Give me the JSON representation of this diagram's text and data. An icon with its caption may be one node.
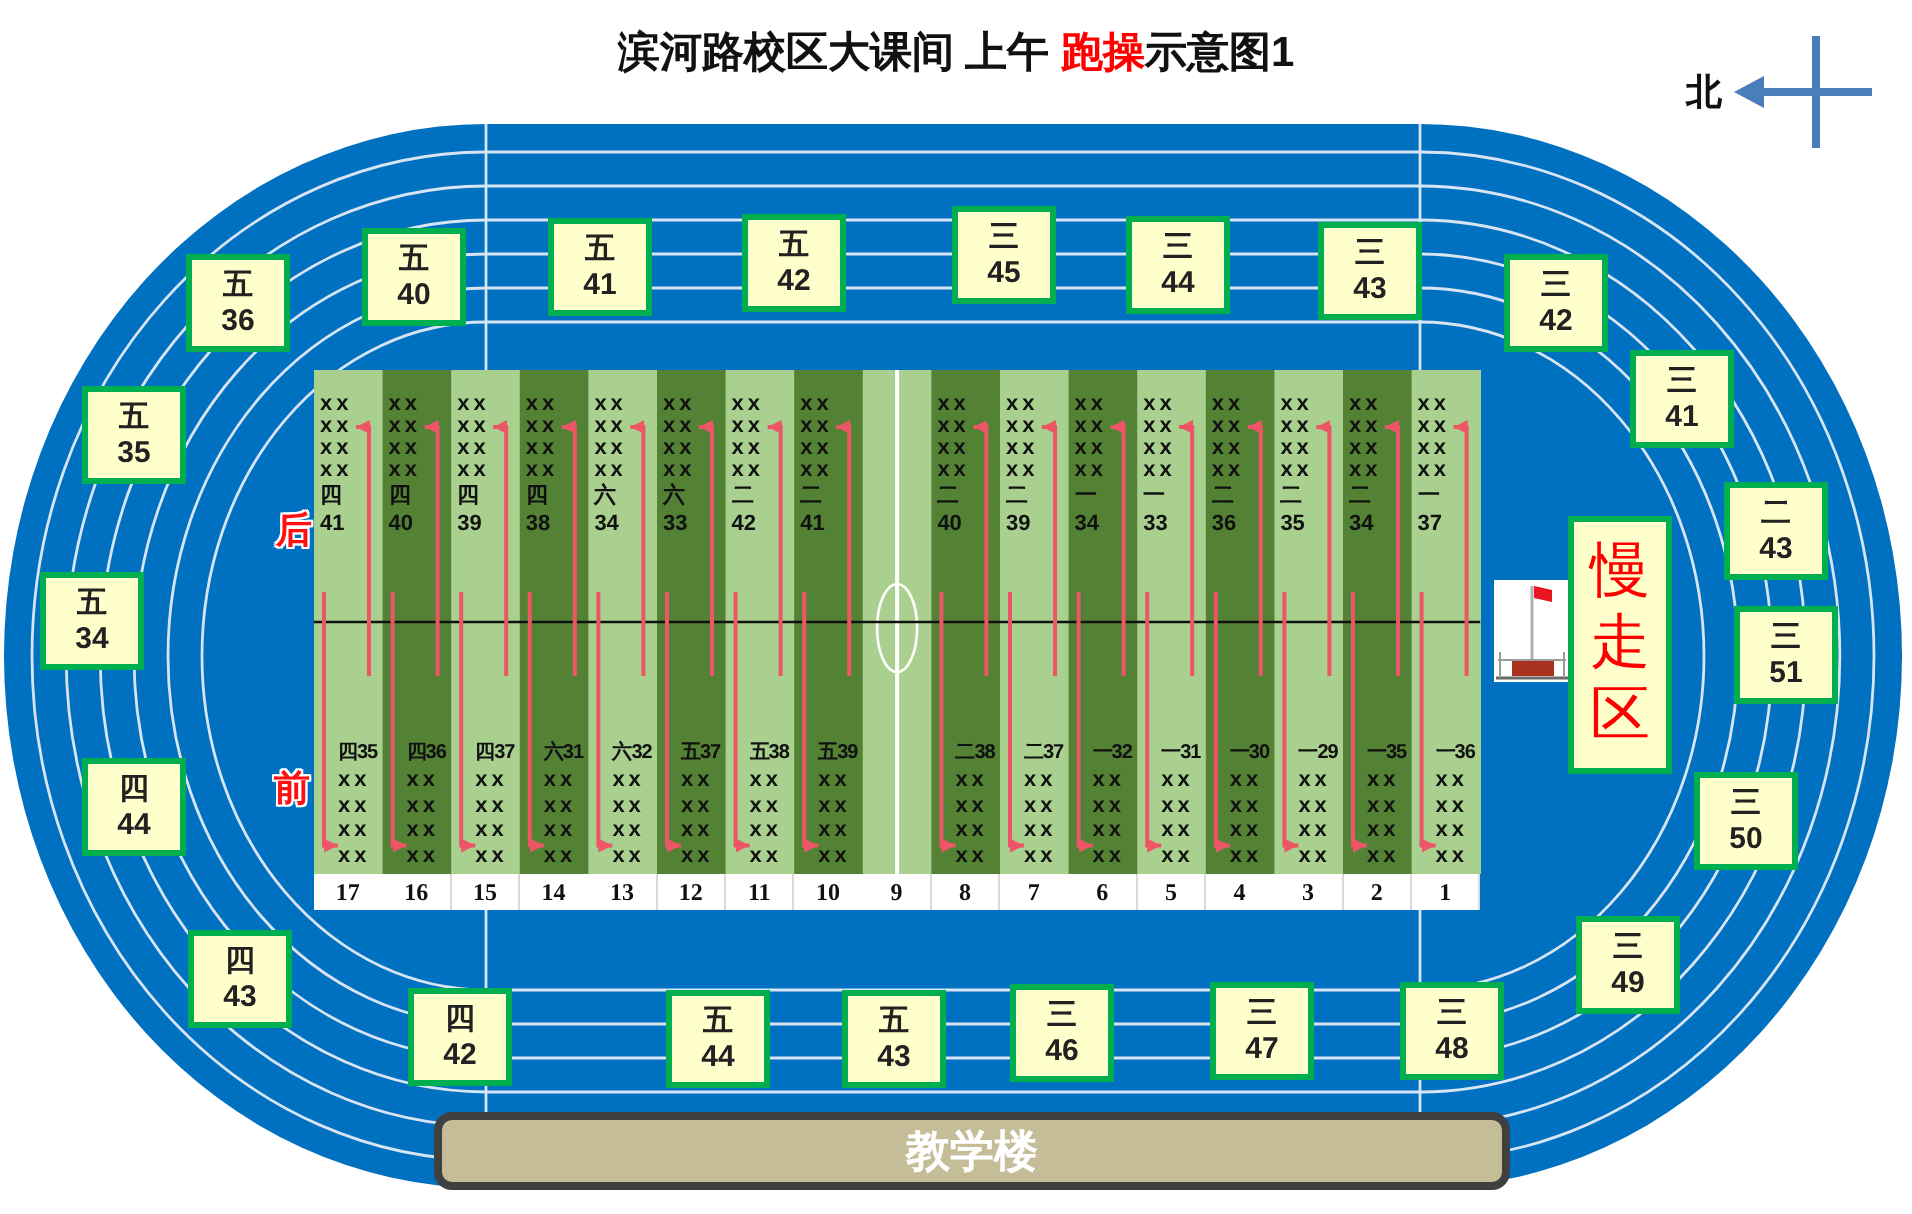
{
  "diagram": {
    "title": "滨河路校区大课间 上午 **跑操**示意图1",
    "nodes": [
      {
        "text": [
          "五36"
        ]
      },
      {
        "text": [
          "五40"
        ]
      },
      {
        "text": [
          "五41"
        ]
      },
      {
        "text": [
          "五42"
        ]
      },
      {
        "text": [
          "三45"
        ]
      },
      {
        "text": [
          "三44"
        ]
      },
      {
        "text": [
          "三43"
        ]
      },
      {
        "text": [
          "三42"
        ]
      },
      {
        "text": [
          "三41"
        ]
      },
      {
        "text": [
          "二43"
        ]
      },
      {
        "text": [
          "三51"
        ]
      },
      {
        "text": [
          "三50"
        ]
      },
      {
        "text": [
          "三49"
        ]
      },
      {
        "text": [
          "三48"
        ]
      },
      {
        "text": [
          "三47"
        ]
      },
      {
        "text": [
          "三46"
        ]
      },
      {
        "text": [
          "五43"
        ]
      },
      {
        "text": [
          "五44"
        ]
      },
      {
        "text": [
          "四42"
        ]
      },
      {
        "text": [
          "四43"
        ]
      },
      {
        "text": [
          "四44"
        ]
      },
      {
        "text": [
          "五34"
        ]
      },
      {
        "text": [
          "五35"
        ]
      },
      {
        "text": [
          "慢走区"
        ]
      },
      {
        "text": [
          "教学楼"
        ]
      },
      {
        "text": [
          "xx xx xx xx",
          "四41"
        ]
      },
      {
        "text": [
          "xx xx xx xx",
          "四40"
        ]
      },
      {
        "text": [
          "xx xx xx xx",
          "四39"
        ]
      },
      {
        "text": [
          "xx xx xx xx",
          "四38"
        ]
      },
      {
        "text": [
          "xx xx xx xx",
          "六34"
        ]
      },
      {
        "text": [
          "xx xx xx xx",
          "六33"
        ]
      },
      {
        "text": [
          "xx xx xx xx",
          "二42"
        ]
      },
      {
        "text": [
          "xx xx xx xx",
          "二41"
        ]
      },
      {
        "text": [
          "xx xx xx xx",
          "二40"
        ]
      },
      {
        "text": [
          "xx xx xx xx",
          "二39"
        ]
      },
      {
        "text": [
          "xx xx xx xx",
          "一34"
        ]
      },
      {
        "text": [
          "xx xx xx xx",
          "一33"
        ]
      },
      {
        "text": [
          "xx xx xx xx",
          "二36"
        ]
      },
      {
        "text": [
          "xx xx xx xx",
          "二35"
        ]
      },
      {
        "text": [
          "xx xx xx xx",
          "二34"
        ]
      },
      {
        "text": [
          "xx xx xx xx",
          "一37"
        ]
      },
      {
        "text": [
          "四35",
          "xx xx xx xx"
        ]
      },
      {
        "text": [
          "四36",
          "xx xx xx xx"
        ]
      },
      {
        "text": [
          "四37",
          "xx xx xx xx"
        ]
      },
      {
        "text": [
          "六31",
          "xx xx xx xx"
        ]
      },
      {
        "text": [
          "六32",
          "xx xx xx xx"
        ]
      },
      {
        "text": [
          "五37",
          "xx xx xx xx"
        ]
      },
      {
        "text": [
          "五38",
          "xx xx xx xx"
        ]
      },
      {
        "text": [
          "五39",
          "xx xx xx xx"
        ]
      },
      {
        "text": [
          "二38",
          "xx xx xx xx"
        ]
      },
      {
        "text": [
          "二37",
          "xx xx xx xx"
        ]
      },
      {
        "text": [
          "一32",
          "xx xx xx xx"
        ]
      },
      {
        "text": [
          "一31",
          "xx xx xx xx"
        ]
      },
      {
        "text": [
          "一30",
          "xx xx xx xx"
        ]
      },
      {
        "text": [
          "一29",
          "xx xx xx xx"
        ]
      },
      {
        "text": [
          "一35",
          "xx xx xx xx"
        ]
      },
      {
        "text": [
          "一36",
          "xx xx xx xx"
        ]
      }
    ],
    "edges": [
      {
        "from": null,
        "to": 41,
        "arrow": "to"
      },
      {
        "from": null,
        "to": 25,
        "arrow": "to"
      },
      {
        "from": null,
        "to": 42,
        "arrow": "to"
      },
      {
        "from": null,
        "to": 26,
        "arrow": "to"
      },
      {
        "from": null,
        "to": 43,
        "arrow": "to"
      },
      {
        "from": null,
        "to": 27,
        "arrow": "to"
      },
      {
        "from": null,
        "to": 44,
        "arrow": "to"
      },
      {
        "from": null,
        "to": 28,
        "arrow": "to"
      },
      {
        "from": null,
        "to": 45,
        "arrow": "to"
      },
      {
        "from": null,
        "to": 29,
        "arrow": "to"
      },
      {
        "from": null,
        "to": 46,
        "arrow": "to"
      },
      {
        "from": null,
        "to": 30,
        "arrow": "to"
      },
      {
        "from": null,
        "to": 47,
        "arrow": "to"
      },
      {
        "from": null,
        "to": 31,
        "arrow": "to"
      },
      {
        "from": null,
        "to": 48,
        "arrow": "to"
      },
      {
        "from": null,
        "to": 32,
        "arrow": "to"
      },
      {
        "from": null,
        "to": 49,
        "arrow": "to"
      },
      {
        "from": null,
        "to": 33,
        "arrow": "to"
      },
      {
        "from": null,
        "to": 50,
        "arrow": "to"
      },
      {
        "from": null,
        "to": 34,
        "arrow": "to"
      },
      {
        "from": null,
        "to": 51,
        "arrow": "to"
      },
      {
        "from": null,
        "to": 35,
        "arrow": "to"
      },
      {
        "from": null,
        "to": 52,
        "arrow": "to"
      },
      {
        "from": null,
        "to": 36,
        "arrow": "to"
      },
      {
        "from": null,
        "to": 53,
        "arrow": "to"
      },
      {
        "from": null,
        "to": 37,
        "arrow": "to"
      },
      {
        "from": null,
        "to": 54,
        "arrow": "to"
      },
      {
        "from": null,
        "to": 38,
        "arrow": "to"
      },
      {
        "from": null,
        "to": 55,
        "arrow": "to"
      },
      {
        "from": null,
        "to": 39,
        "arrow": "to"
      },
      {
        "from": null,
        "to": 56,
        "arrow": "to"
      },
      {
        "from": null,
        "to": 40,
        "arrow": "to"
      }
    ],
    "labels": [
      "北",
      "后",
      "前",
      "17",
      "16",
      "15",
      "14",
      "13",
      "12",
      "11",
      "10",
      "9",
      "8",
      "7",
      "6",
      "5",
      "4",
      "3",
      "2",
      "1"
    ]
  }
}
